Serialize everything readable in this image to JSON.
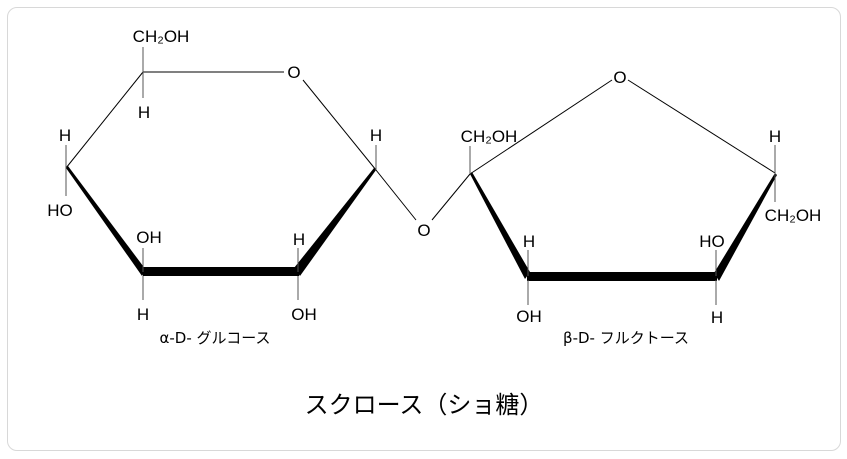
{
  "title": "スクロース（ショ糖）",
  "glucose": {
    "name": "α-D- グルコース",
    "c6": "CH₂OH",
    "c5_h": "H",
    "ring_o": "O",
    "c1_h": "H",
    "c4_h": "H",
    "c4_oh": "HO",
    "c3_oh": "OH",
    "c3_h": "H",
    "c2_h": "H",
    "c2_oh": "OH"
  },
  "glycosidic_o": "O",
  "fructose": {
    "name": "β-D- フルクトース",
    "c1": "CH₂OH",
    "ring_o": "O",
    "c5_h": "H",
    "c6": "CH₂OH",
    "c4_oh": "HO",
    "c4_h": "H",
    "c3_h": "H",
    "c3_oh": "OH"
  }
}
